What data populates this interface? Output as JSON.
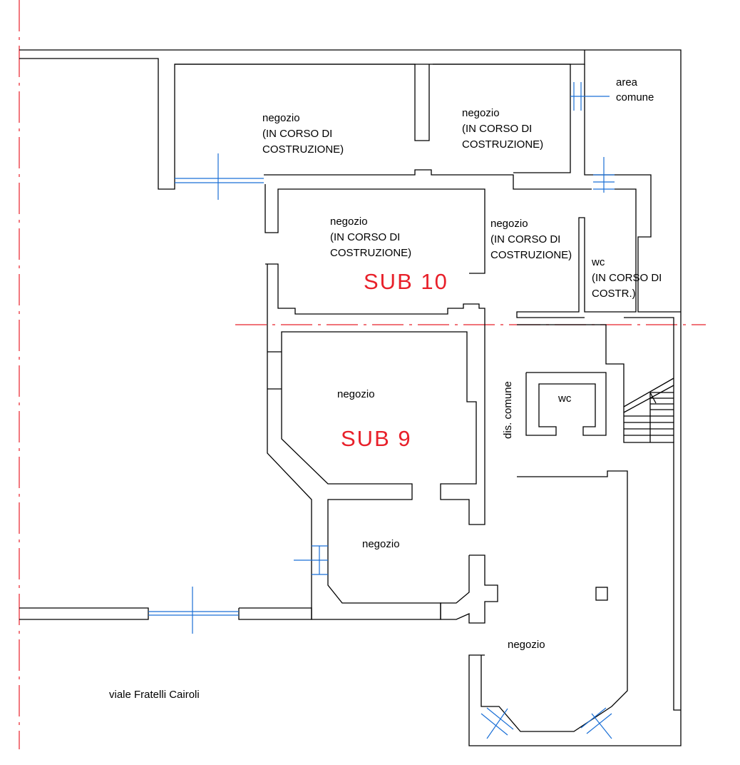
{
  "colors": {
    "walls": "#000000",
    "windows": "#1a6fd6",
    "axis_lines": "#e8202a",
    "background": "#ffffff"
  },
  "rooms": {
    "top_left": {
      "line1": "negozio",
      "line2": "(IN CORSO DI",
      "line3": "COSTRUZIONE)"
    },
    "top_right": {
      "line1": "negozio",
      "line2": "(IN CORSO DI",
      "line3": "COSTRUZIONE)"
    },
    "mid_left": {
      "line1": "negozio",
      "line2": "(IN CORSO DI",
      "line3": "COSTRUZIONE)"
    },
    "mid_right": {
      "line1": "negozio",
      "line2": "(IN CORSO DI",
      "line3": "COSTRUZIONE)"
    },
    "wc_upper": {
      "line1": "wc",
      "line2": "(IN CORSO DI",
      "line3": "COSTR.)"
    },
    "area_comune": {
      "line1": "area",
      "line2": "comune"
    },
    "sub9_room": {
      "label": "negozio"
    },
    "corridor": {
      "label": "dis. comune"
    },
    "wc_lower": {
      "label": "wc"
    },
    "lower_left": {
      "label": "negozio"
    },
    "lower_right": {
      "label": "negozio"
    }
  },
  "units": {
    "sub10": "SUB 10",
    "sub9": "SUB 9"
  },
  "street": {
    "name": "viale Fratelli Cairoli"
  }
}
